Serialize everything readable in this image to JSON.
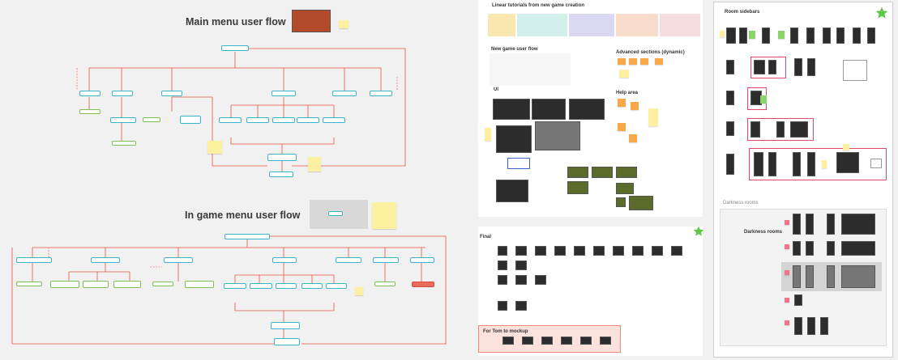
{
  "titles": {
    "main_menu_flow": "Main menu user flow",
    "in_game_menu_flow": "In game menu user flow",
    "linear_tutorials": "Linear tutorials from new game creation",
    "new_game_flow": "New game user flow",
    "ui": "UI",
    "advanced_sections": "Advanced sections (dynamic)",
    "help_area": "Help area",
    "final": "Final",
    "for_tom": "For Tom to mockup",
    "room_sidebars": "Room sidebars",
    "darkness_rooms_outer": "Darkness rooms",
    "darkness_rooms_inner": "Darkness rooms"
  },
  "colors": {
    "canvas": "#f1f1f1",
    "flow_line": "#e8533f",
    "node_border": "#36b6c8",
    "green_node": "#7cbf52",
    "sticky": "#fdf0a0",
    "star": "#5fc94a",
    "pink_frame": "#e04a6a"
  },
  "icons": {
    "star": "star-icon"
  }
}
